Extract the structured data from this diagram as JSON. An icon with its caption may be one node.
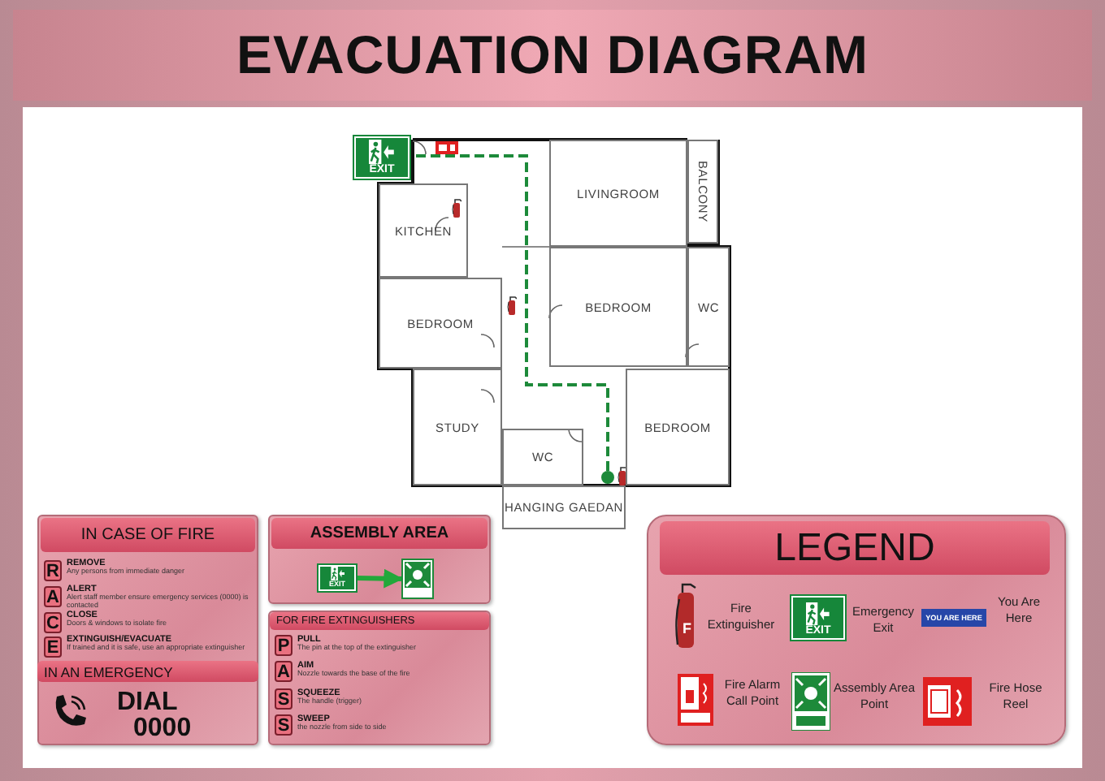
{
  "diagram": {
    "title": "EVACUATION DIAGRAM",
    "nodes": [
      {
        "text": [
          "LIVINGROOM"
        ]
      },
      {
        "text": [
          "BALCONY"
        ]
      },
      {
        "text": [
          "KITCHEN"
        ]
      },
      {
        "text": [
          "BEDROOM"
        ]
      },
      {
        "text": [
          "BEDROOM"
        ]
      },
      {
        "text": [
          "WC"
        ]
      },
      {
        "text": [
          "STUDY"
        ]
      },
      {
        "text": [
          "WC"
        ]
      },
      {
        "text": [
          "BEDROOM"
        ]
      },
      {
        "text": [
          "HANGING GAEDAN"
        ]
      },
      {
        "text": [
          "EXIT"
        ]
      },
      {
        "text": [],
        "shape": "circle"
      },
      {
        "text": [
          "EXIT"
        ]
      },
      {
        "text": [],
        "shape": "picture"
      }
    ],
    "edges": [
      {
        "from": 11,
        "to": 10,
        "arrow": "none",
        "style": "dashed"
      },
      {
        "from": 12,
        "to": 13,
        "arrow": "to"
      }
    ],
    "labels": [
      "IN CASE OF FIRE",
      "R",
      "REMOVE",
      "Any persons from immediate danger",
      "A",
      "ALERT",
      "Alert staff member ensure emergency services (0000) is contacted",
      "C",
      "CLOSE",
      "Doors & windows to isolate fire",
      "E",
      "EXTINGUISH/EVACUATE",
      "If trained and it is safe, use an appropriate extinguisher",
      "IN AN EMERGENCY",
      "DIAL",
      "0000",
      "ASSEMBLY AREA",
      "FOR FIRE EXTINGUISHERS",
      "P",
      "PULL",
      "The pin at the top of the extinguisher",
      "A",
      "AIM",
      "Nozzle towards the base of the fire",
      "S",
      "SQUEEZE",
      "The handle (trigger)",
      "S",
      "SWEEP",
      "the nozzle from side to side",
      "LEGEND",
      "F",
      "EXIT",
      "YOU ARE HERE"
    ],
    "legend": [
      {
        "text": "Fire Extinguisher"
      },
      {
        "text": "Emergency Exit"
      },
      {
        "text": "You Are Here"
      },
      {
        "text": "Fire Alarm Call Point"
      },
      {
        "text": "Assembly Area Point"
      },
      {
        "text": "Fire Hose Reel"
      }
    ]
  }
}
